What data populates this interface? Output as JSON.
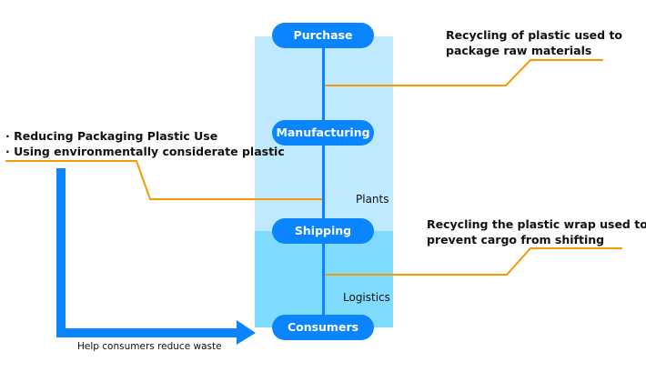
{
  "colors": {
    "node": "#0a84ff",
    "spine": "#0a84ff",
    "arrow": "#0a84ff",
    "leader": "#f59a00",
    "zone_plants": "#bfe9ff",
    "zone_logistics": "#80dcff"
  },
  "flow": {
    "nodes": [
      {
        "label": "Purchase"
      },
      {
        "label": "Manufacturing"
      },
      {
        "label": "Shipping"
      },
      {
        "label": "Consumers"
      }
    ],
    "zones": [
      {
        "label": "Plants"
      },
      {
        "label": "Logistics"
      }
    ]
  },
  "notes": {
    "raw_materials": {
      "line1": "Recycling of plastic used to",
      "line2": "package raw materials"
    },
    "packaging": {
      "line1": "· Reducing Packaging Plastic Use",
      "line2": "· Using environmentally considerate plastic"
    },
    "cargo": {
      "line1": "Recycling the plastic wrap used to",
      "line2": "prevent cargo from shifting"
    }
  },
  "arrow": {
    "caption": "Help consumers reduce waste"
  }
}
